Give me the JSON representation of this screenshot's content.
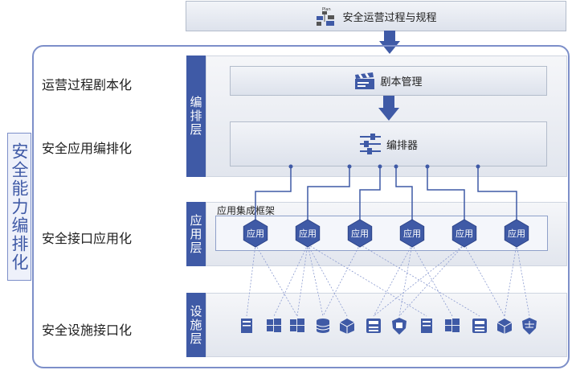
{
  "top_box": {
    "label": "安全运营过程与规程",
    "icon": "flowchart-plan-icon",
    "icon_caption": "Plan"
  },
  "side_vertical_label": "安全能力编排化",
  "row_labels": [
    "运营过程剧本化",
    "安全应用编排化",
    "安全接口应用化",
    "安全设施接口化"
  ],
  "layers": {
    "orchestration": {
      "title": "编排层",
      "playbook_label": "剧本管理",
      "playbook_icon": "clapperboard-icon",
      "orchestrator_label": "编排器",
      "orchestrator_icon": "sliders-icon"
    },
    "application": {
      "title": "应用层",
      "framework_label": "应用集成框架",
      "app_label": "应用",
      "app_count": 6
    },
    "infrastructure": {
      "title": "设施层",
      "device_icons": [
        "server-icon",
        "windows-icon",
        "windows-icon",
        "database-icon",
        "cube-icon",
        "terminal-device-icon",
        "shield-icon",
        "server-icon",
        "windows-icon",
        "terminal-device-icon",
        "cube-icon",
        "firewall-icon"
      ]
    }
  },
  "colors": {
    "primary": "#3f5aa6",
    "border": "#7d8fc9",
    "arrow": "#3f5aa6"
  }
}
